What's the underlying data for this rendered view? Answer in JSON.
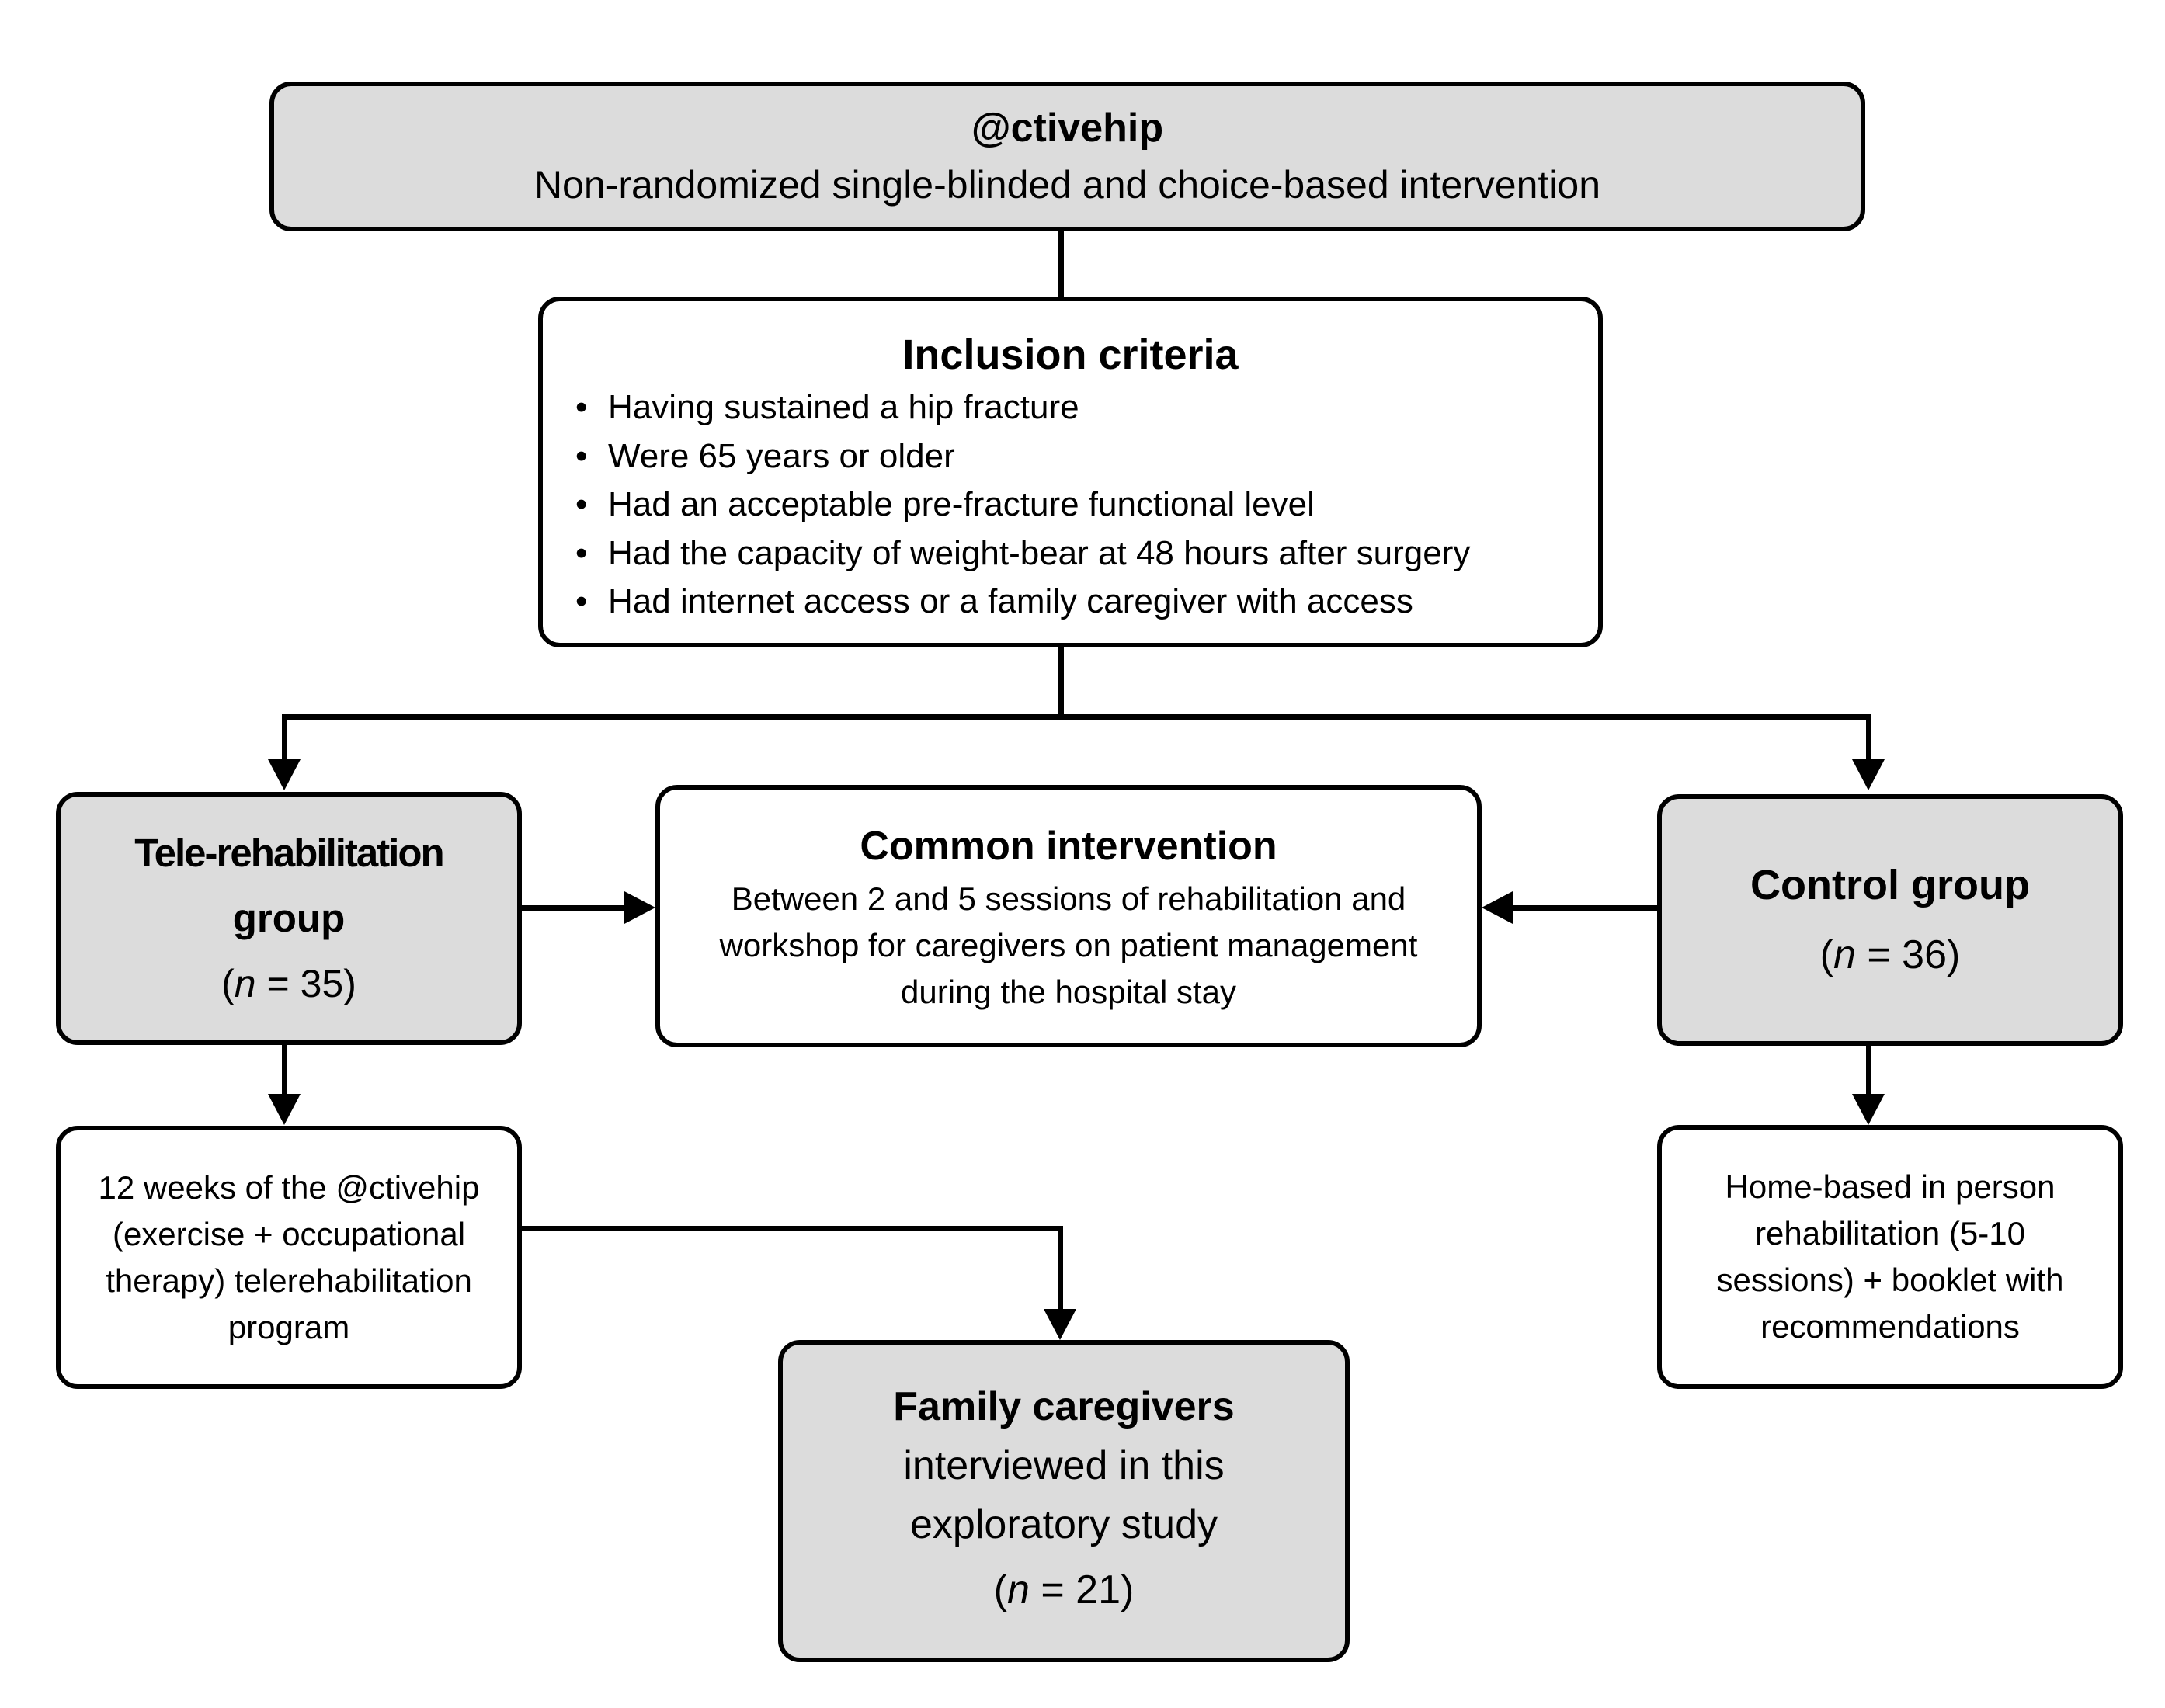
{
  "header": {
    "title": "@ctivehip",
    "subtitle": "Non-randomized single-blinded and choice-based intervention"
  },
  "inclusion": {
    "title": "Inclusion criteria",
    "criteria": [
      "Having sustained a hip fracture",
      "Were 65 years or older",
      "Had an acceptable pre-fracture functional level",
      "Had the capacity of weight-bear at 48 hours after surgery",
      "Had internet access or a family caregiver with access"
    ]
  },
  "tele_group": {
    "title_line1": "Tele-rehabilitation",
    "title_line2": "group",
    "n_open": "(",
    "n_symbol": "n",
    "n_value": " = 35)"
  },
  "common": {
    "title": "Common intervention",
    "line1": "Between 2 and 5 sessions of rehabilitation and",
    "line2": "workshop for caregivers on patient management",
    "line3": "during the hospital stay"
  },
  "control_group": {
    "title": "Control group",
    "n_open": "(",
    "n_symbol": "n",
    "n_value": " = 36)"
  },
  "tele_detail": {
    "line1": "12 weeks of the @ctivehip",
    "line2": "(exercise + occupational",
    "line3": "therapy) telerehabilitation",
    "line4": "program"
  },
  "control_detail": {
    "line1": "Home-based in person",
    "line2": "rehabilitation (5-10",
    "line3": "sessions) + booklet with",
    "line4": "recommendations"
  },
  "family": {
    "title": "Family caregivers",
    "line1": "interviewed in this",
    "line2": "exploratory study",
    "n_open": "(",
    "n_symbol": "n",
    "n_value": " = 21)"
  },
  "colors": {
    "grey_box": "#dcdcdc",
    "white_box": "#ffffff",
    "stroke": "#000000"
  }
}
